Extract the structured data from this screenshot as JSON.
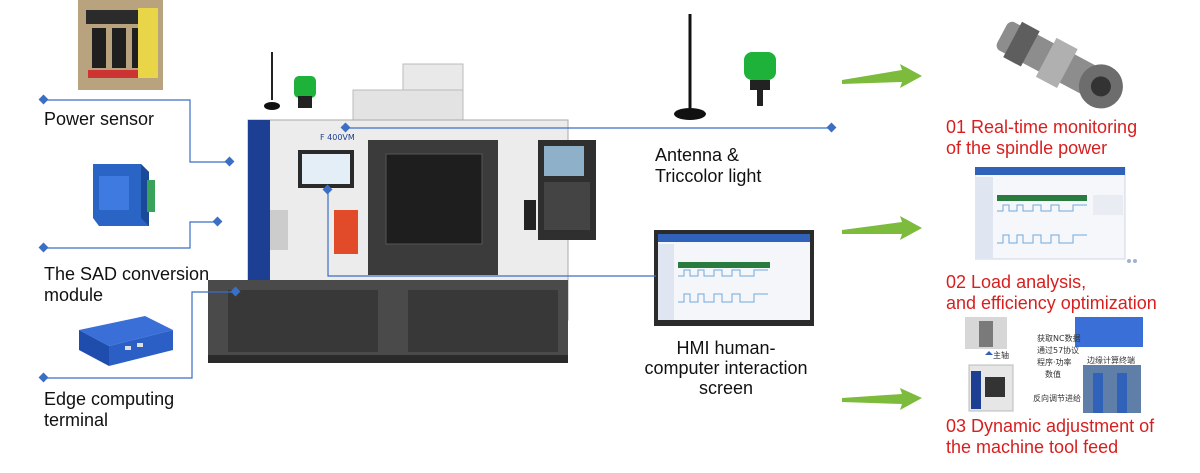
{
  "left_labels": {
    "power_sensor": "Power sensor",
    "sad_module": [
      "The SAD conversion",
      "module"
    ],
    "edge_terminal": [
      "Edge computing",
      "terminal"
    ]
  },
  "center_labels": {
    "antenna": [
      "Antenna &",
      "Triccolor light"
    ],
    "hmi": [
      "HMI human-",
      "computer interaction",
      "screen"
    ]
  },
  "machine": {
    "model": "F 400VM"
  },
  "benefits": [
    [
      "01 Real-time monitoring",
      "of the spindle power"
    ],
    [
      "02 Load analysis,",
      "and efficiency optimization"
    ],
    [
      "03 Dynamic adjustment of",
      "the machine tool feed"
    ]
  ],
  "feed_panel": {
    "spindle": "主轴",
    "bullets": [
      "获取NC数据",
      "通过57协议",
      "程序·功率",
      "数值"
    ],
    "edge": "边缘计算终端",
    "feedback": "反向调节进给"
  },
  "colors": {
    "connector": "#3a6fc4",
    "arrow": "#7dbb3c",
    "benefit_text": "#d81f1f"
  }
}
